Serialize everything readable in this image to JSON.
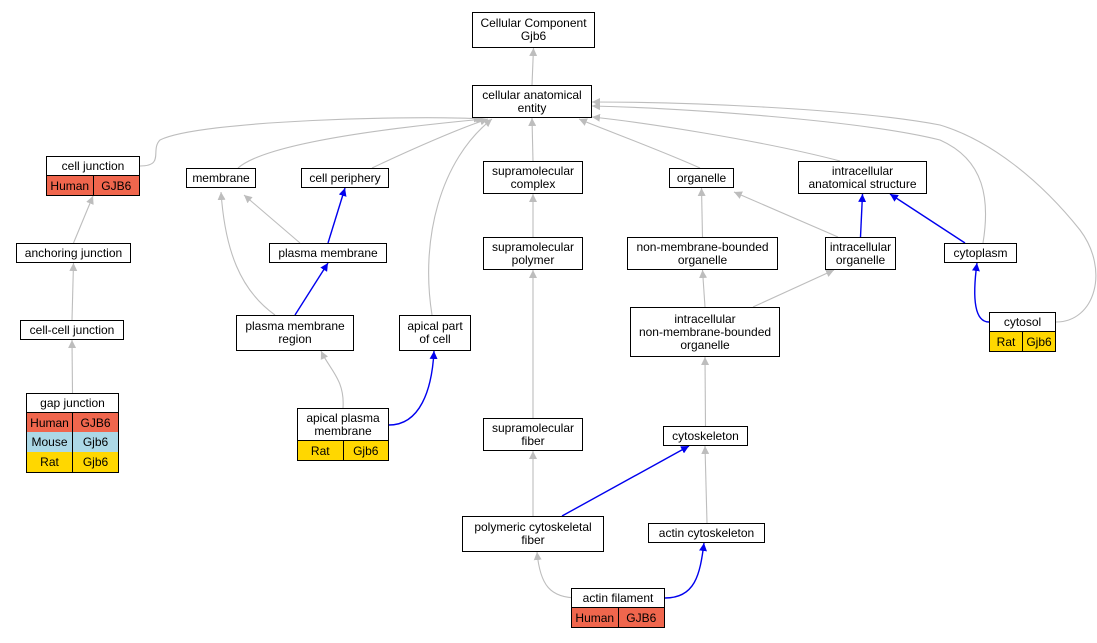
{
  "colors": {
    "human": "#f0664d",
    "mouse": "#acd8e6",
    "rat": "#ffd700",
    "edge_gray": "#bdbdbd",
    "edge_blue": "#0000ee"
  },
  "nodes": [
    {
      "id": "cc",
      "label": [
        "Cellular Component",
        "Gjb6"
      ]
    },
    {
      "id": "cae",
      "label": [
        "cellular anatomical",
        "entity"
      ]
    },
    {
      "id": "cj",
      "label": [
        "cell junction"
      ],
      "species": [
        {
          "name": "Human",
          "gene": "GJB6",
          "color": "human"
        }
      ]
    },
    {
      "id": "mem",
      "label": [
        "membrane"
      ]
    },
    {
      "id": "cp",
      "label": [
        "cell periphery"
      ]
    },
    {
      "id": "smc",
      "label": [
        "supramolecular",
        "complex"
      ]
    },
    {
      "id": "org",
      "label": [
        "organelle"
      ]
    },
    {
      "id": "ias",
      "label": [
        "intracellular",
        "anatomical structure"
      ]
    },
    {
      "id": "aj",
      "label": [
        "anchoring junction"
      ]
    },
    {
      "id": "pm",
      "label": [
        "plasma membrane"
      ]
    },
    {
      "id": "smp",
      "label": [
        "supramolecular",
        "polymer"
      ]
    },
    {
      "id": "nmbo",
      "label": [
        "non-membrane-bounded",
        "organelle"
      ]
    },
    {
      "id": "io",
      "label": [
        "intracellular",
        "organelle"
      ]
    },
    {
      "id": "cyt",
      "label": [
        "cytoplasm"
      ]
    },
    {
      "id": "ccj",
      "label": [
        "cell-cell junction"
      ]
    },
    {
      "id": "pmr",
      "label": [
        "plasma membrane",
        "region"
      ]
    },
    {
      "id": "apc",
      "label": [
        "apical part",
        "of cell"
      ]
    },
    {
      "id": "inmbo",
      "label": [
        "intracellular",
        "non-membrane-bounded",
        "organelle"
      ]
    },
    {
      "id": "cytosol",
      "label": [
        "cytosol"
      ],
      "species": [
        {
          "name": "Rat",
          "gene": "Gjb6",
          "color": "rat"
        }
      ]
    },
    {
      "id": "gj",
      "label": [
        "gap junction"
      ],
      "species": [
        {
          "name": "Human",
          "gene": "GJB6",
          "color": "human"
        },
        {
          "name": "Mouse",
          "gene": "Gjb6",
          "color": "mouse"
        },
        {
          "name": "Rat",
          "gene": "Gjb6",
          "color": "rat"
        }
      ]
    },
    {
      "id": "apm",
      "label": [
        "apical plasma",
        "membrane"
      ],
      "species": [
        {
          "name": "Rat",
          "gene": "Gjb6",
          "color": "rat"
        }
      ]
    },
    {
      "id": "smf",
      "label": [
        "supramolecular",
        "fiber"
      ]
    },
    {
      "id": "csk",
      "label": [
        "cytoskeleton"
      ]
    },
    {
      "id": "pcf",
      "label": [
        "polymeric cytoskeletal",
        "fiber"
      ]
    },
    {
      "id": "acsk",
      "label": [
        "actin cytoskeleton"
      ]
    },
    {
      "id": "af",
      "label": [
        "actin filament"
      ],
      "species": [
        {
          "name": "Human",
          "gene": "GJB6",
          "color": "human"
        }
      ]
    }
  ],
  "edges": [
    {
      "from": "cae",
      "to": "cc",
      "color": "gray"
    },
    {
      "from": "cj",
      "to": "cae",
      "color": "gray"
    },
    {
      "from": "mem",
      "to": "cae",
      "color": "gray"
    },
    {
      "from": "cp",
      "to": "cae",
      "color": "gray"
    },
    {
      "from": "smc",
      "to": "cae",
      "color": "gray"
    },
    {
      "from": "org",
      "to": "cae",
      "color": "gray"
    },
    {
      "from": "ias",
      "to": "cae",
      "color": "gray"
    },
    {
      "from": "cyt",
      "to": "cae",
      "color": "gray"
    },
    {
      "from": "cytosol",
      "to": "cae",
      "color": "gray"
    },
    {
      "from": "apc",
      "to": "cae",
      "color": "gray"
    },
    {
      "from": "aj",
      "to": "cj",
      "color": "gray"
    },
    {
      "from": "ccj",
      "to": "aj",
      "color": "gray"
    },
    {
      "from": "gj",
      "to": "ccj",
      "color": "gray"
    },
    {
      "from": "pm",
      "to": "mem",
      "color": "gray"
    },
    {
      "from": "pmr",
      "to": "mem",
      "color": "gray"
    },
    {
      "from": "pm",
      "to": "cp",
      "color": "blue"
    },
    {
      "from": "pmr",
      "to": "pm",
      "color": "blue"
    },
    {
      "from": "apm",
      "to": "pmr",
      "color": "gray"
    },
    {
      "from": "apm",
      "to": "apc",
      "color": "blue"
    },
    {
      "from": "smp",
      "to": "smc",
      "color": "gray"
    },
    {
      "from": "smf",
      "to": "smp",
      "color": "gray"
    },
    {
      "from": "pcf",
      "to": "smf",
      "color": "gray"
    },
    {
      "from": "nmbo",
      "to": "org",
      "color": "gray"
    },
    {
      "from": "io",
      "to": "org",
      "color": "gray"
    },
    {
      "from": "io",
      "to": "ias",
      "color": "blue"
    },
    {
      "from": "cyt",
      "to": "ias",
      "color": "blue"
    },
    {
      "from": "inmbo",
      "to": "nmbo",
      "color": "gray"
    },
    {
      "from": "inmbo",
      "to": "io",
      "color": "gray"
    },
    {
      "from": "csk",
      "to": "inmbo",
      "color": "gray"
    },
    {
      "from": "cytosol",
      "to": "cyt",
      "color": "blue"
    },
    {
      "from": "pcf",
      "to": "csk",
      "color": "blue"
    },
    {
      "from": "acsk",
      "to": "csk",
      "color": "gray"
    },
    {
      "from": "af",
      "to": "pcf",
      "color": "gray"
    },
    {
      "from": "af",
      "to": "acsk",
      "color": "blue"
    }
  ]
}
